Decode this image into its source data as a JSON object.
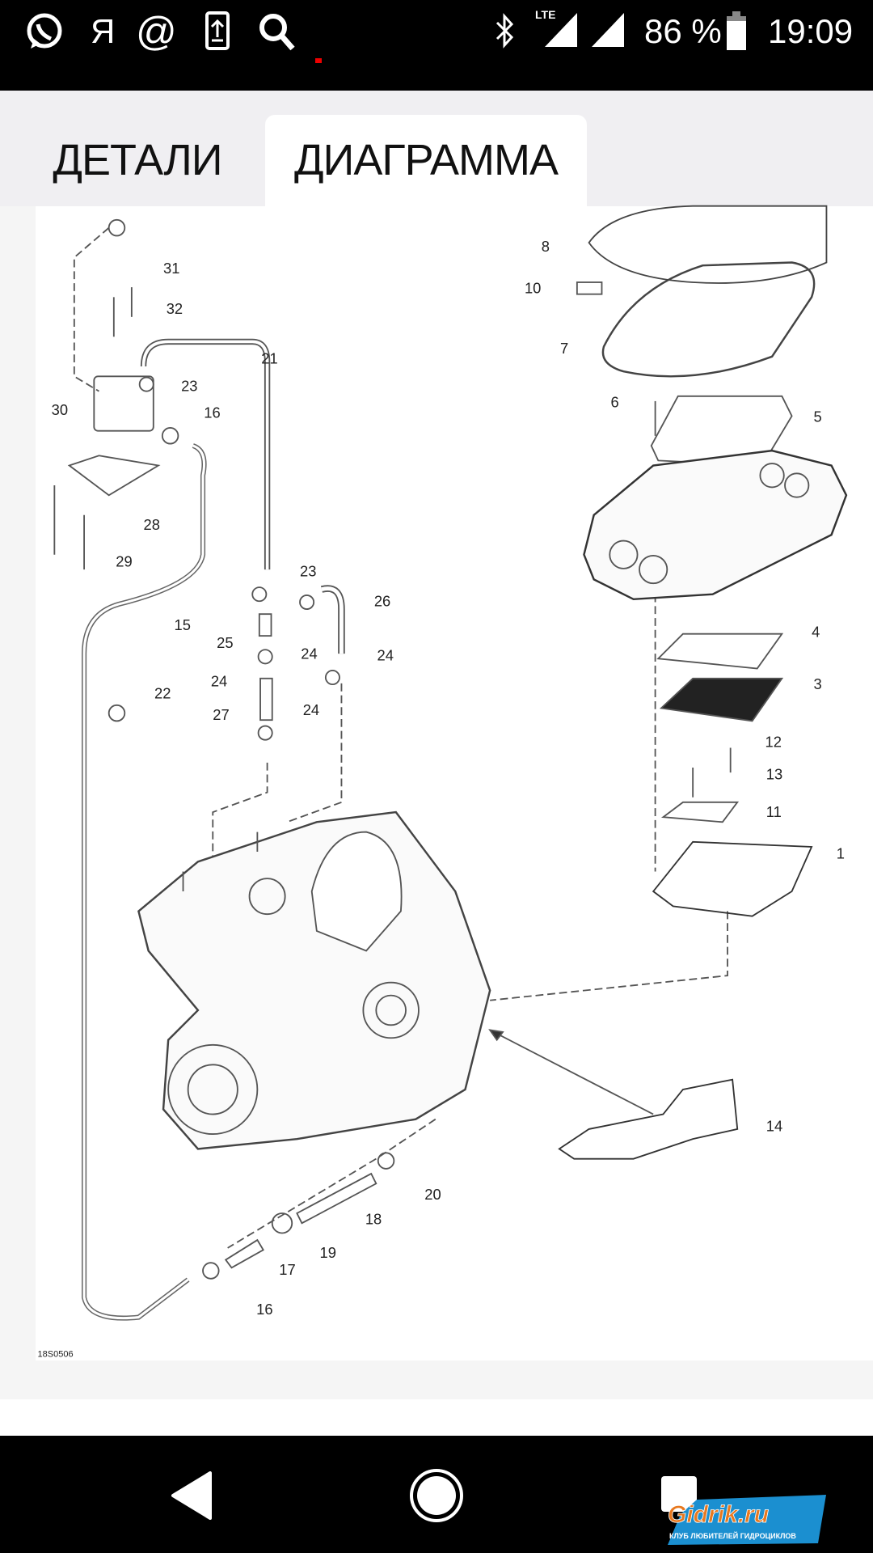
{
  "status_bar": {
    "icons": [
      "whatsapp-icon",
      "yandex-icon",
      "mail-at-icon",
      "upload-icon",
      "search-icon",
      "bluetooth-icon",
      "lte-signal-icon",
      "signal-icon",
      "battery-icon"
    ],
    "yandex_glyph": "Я",
    "at_glyph": "@",
    "network": "LTE",
    "battery": "86 %",
    "time": "19:09"
  },
  "tabs": [
    {
      "label": "ДЕТАЛИ",
      "active": false
    },
    {
      "label": "ДИАГРАММА",
      "active": true
    }
  ],
  "diagram": {
    "code": "18S0506",
    "callouts": [
      "31",
      "32",
      "21",
      "23",
      "30",
      "16",
      "28",
      "29",
      "15",
      "23",
      "26",
      "25",
      "24",
      "24",
      "24",
      "22",
      "27",
      "24",
      "8",
      "10",
      "7",
      "6",
      "5",
      "4",
      "3",
      "12",
      "13",
      "11",
      "1",
      "14",
      "20",
      "18",
      "19",
      "17",
      "16"
    ]
  },
  "watermark": {
    "text": "Gidrik.ru",
    "subtext": "КЛУБ ЛЮБИТЕЛЕЙ ГИДРОЦИКЛОВ"
  },
  "colors": {
    "status_bg": "#000000",
    "tab_bar_bg": "#f0eff2",
    "logo_orange": "#e8781e",
    "logo_blue": "#1b8fd0"
  }
}
